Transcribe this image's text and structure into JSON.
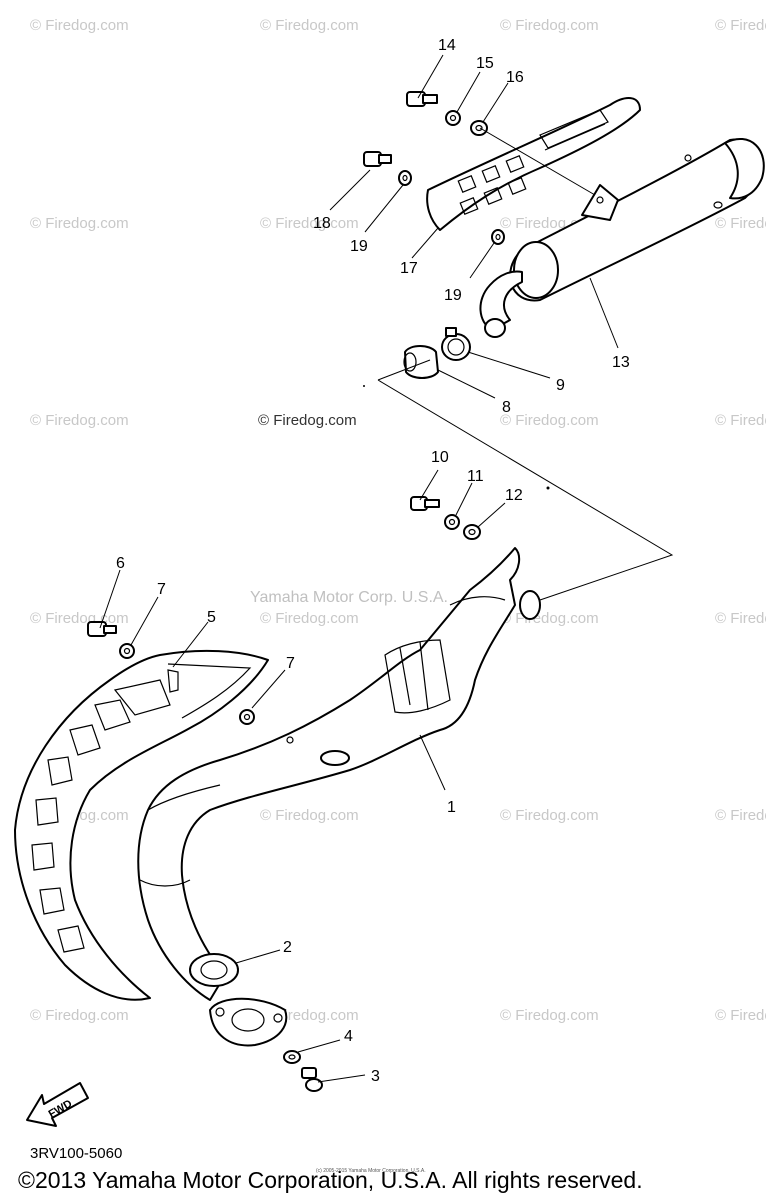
{
  "watermark": "© Firedog.com",
  "watermark_inline": "© Firedog.com",
  "center_watermark": "Yamaha Motor Corp. U.S.A.",
  "parts": [
    {
      "num": "1"
    },
    {
      "num": "2"
    },
    {
      "num": "3"
    },
    {
      "num": "4"
    },
    {
      "num": "5"
    },
    {
      "num": "6"
    },
    {
      "num": "7"
    },
    {
      "num": "7"
    },
    {
      "num": "8"
    },
    {
      "num": "9"
    },
    {
      "num": "10"
    },
    {
      "num": "11"
    },
    {
      "num": "12"
    },
    {
      "num": "13"
    },
    {
      "num": "14"
    },
    {
      "num": "15"
    },
    {
      "num": "16"
    },
    {
      "num": "17"
    },
    {
      "num": "18"
    },
    {
      "num": "19"
    },
    {
      "num": "19"
    }
  ],
  "fwd_label": "FWD",
  "diagram_code": "3RV100-5060",
  "copyright": "©2013 Yamaha Motor Corporation, U.S.A. All rights reserved.",
  "small_copyright": "(c) 2005-2015 Yamaha Motor Corporation, U.S.A."
}
